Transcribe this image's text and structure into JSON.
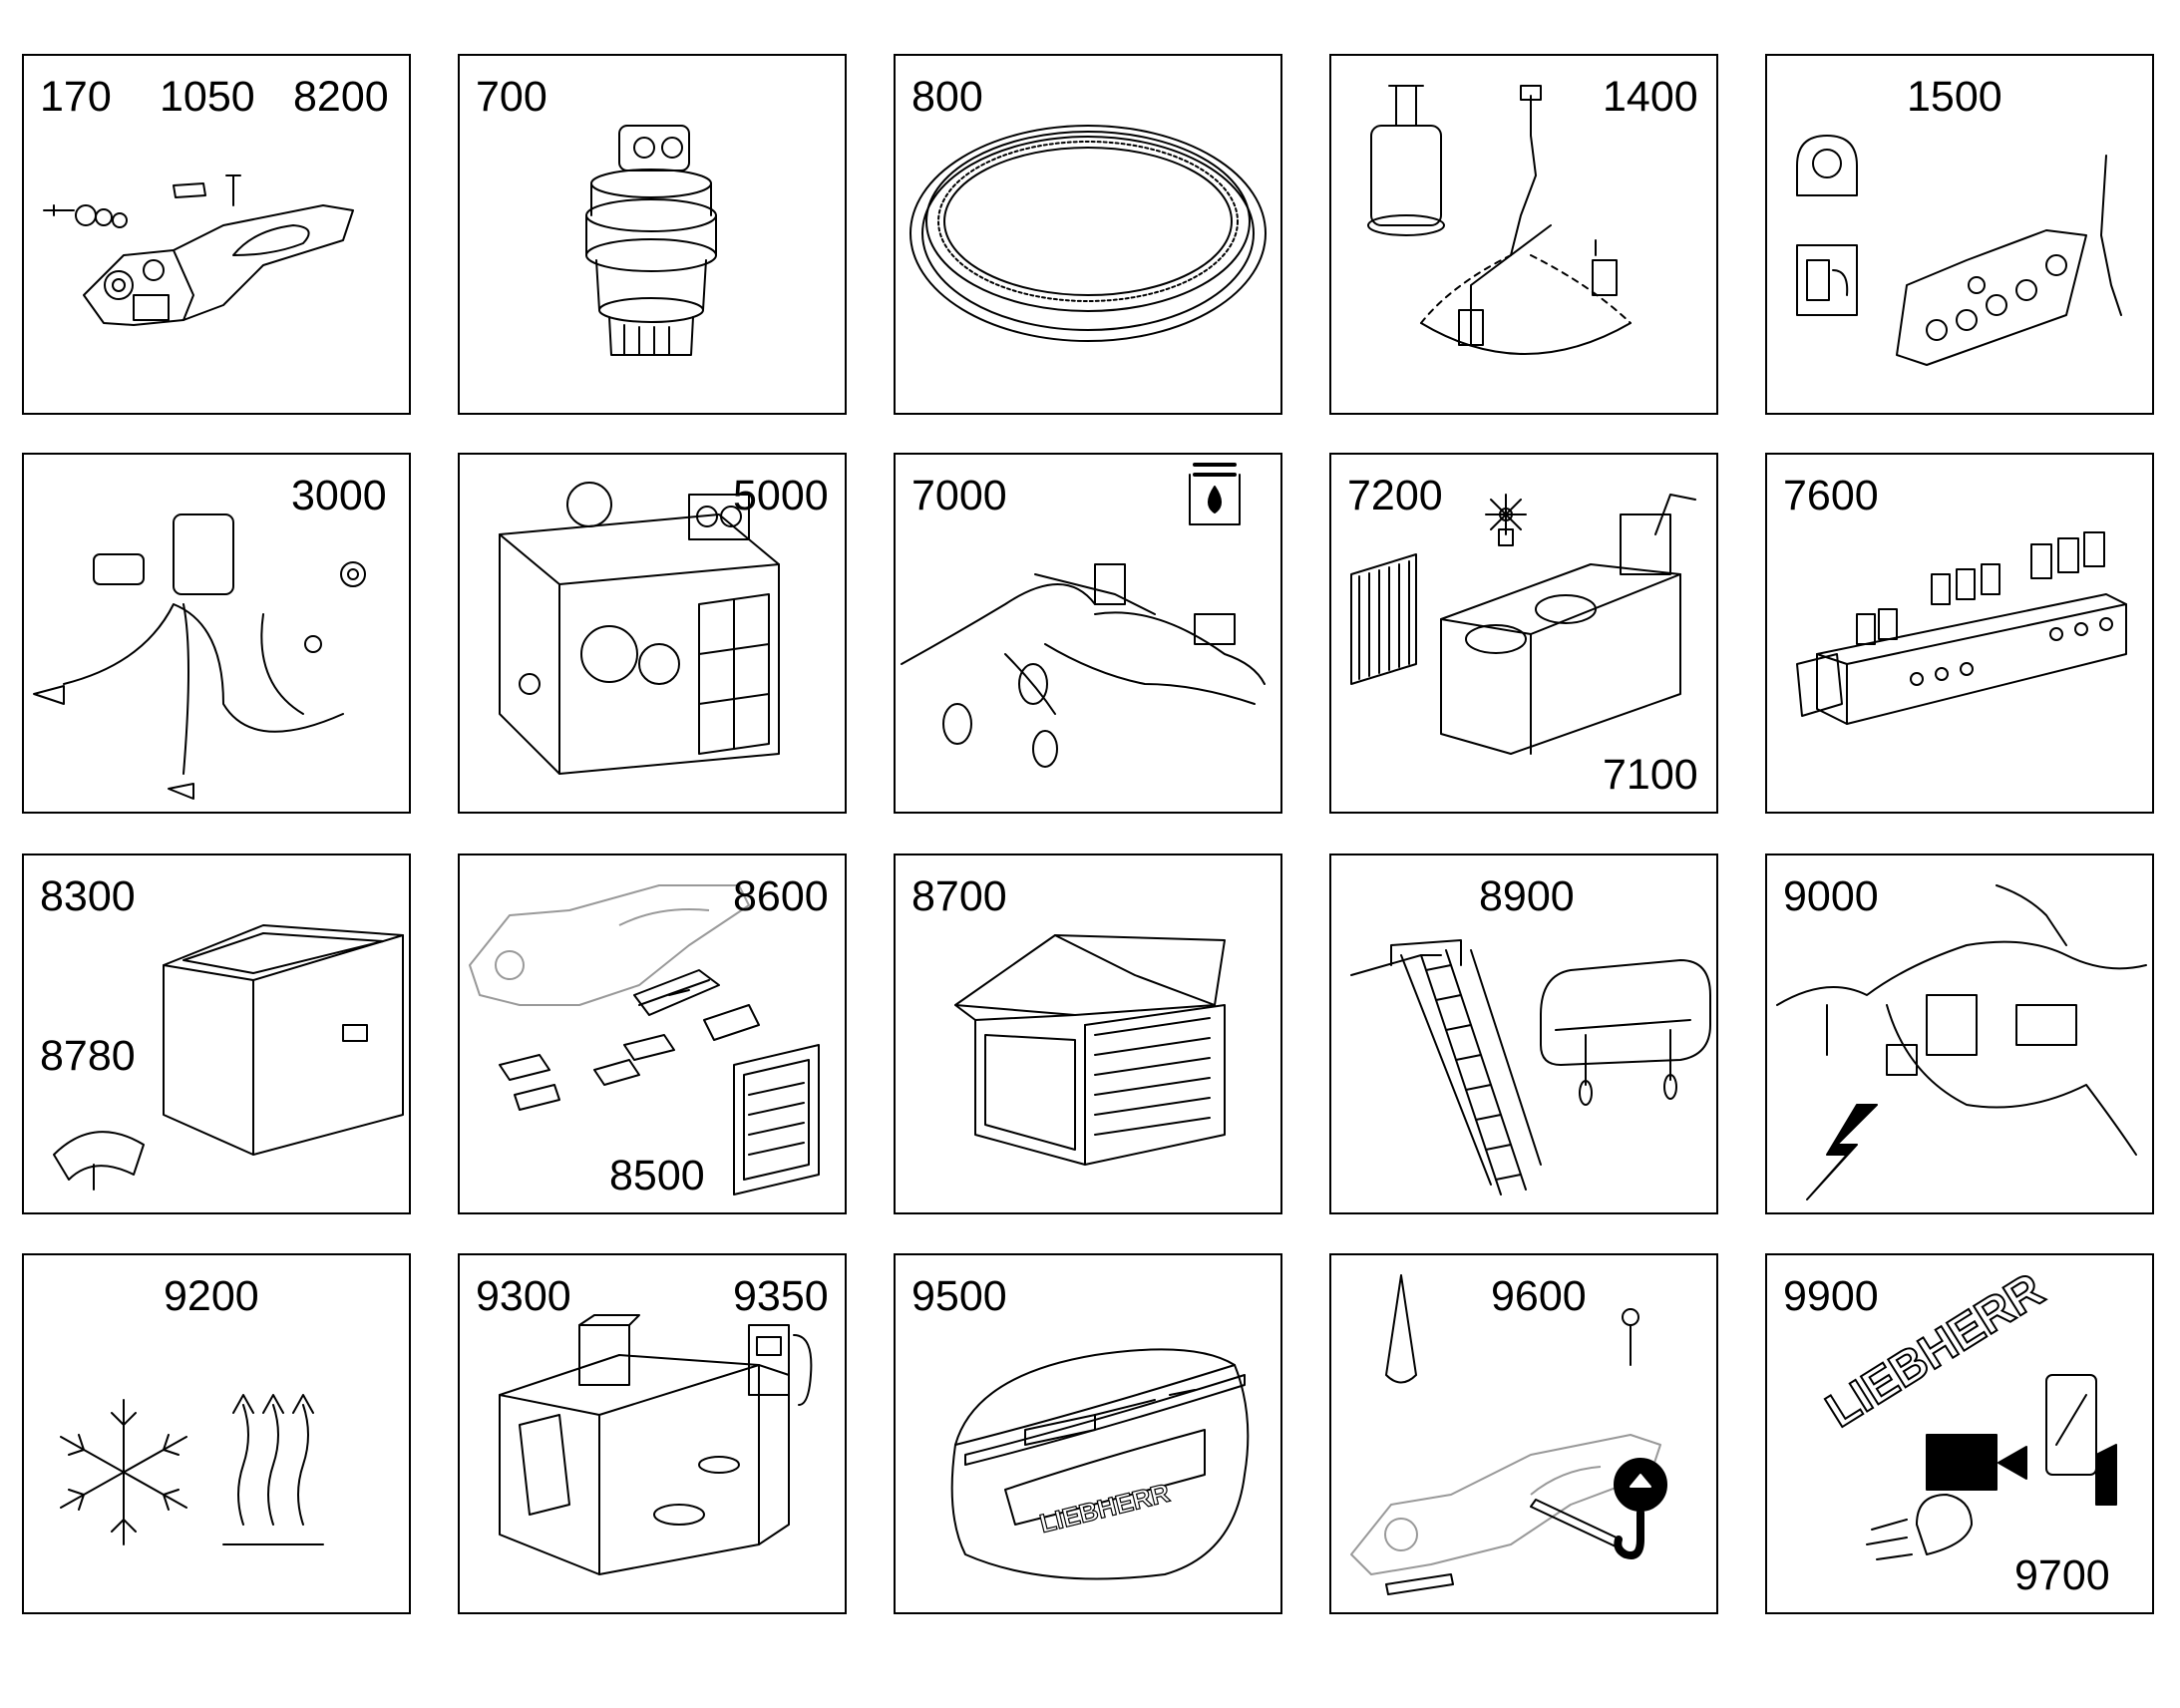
{
  "tiles": [
    {
      "id": "t170",
      "art": "boom",
      "labels": [
        "170",
        "1050",
        "8200"
      ]
    },
    {
      "id": "t700",
      "art": "gearbox",
      "labels": [
        "700"
      ]
    },
    {
      "id": "t800",
      "art": "ring",
      "labels": [
        "800"
      ]
    },
    {
      "id": "t1400",
      "art": "lube",
      "labels": [
        "1400"
      ]
    },
    {
      "id": "t1500",
      "art": "panel",
      "labels": [
        "1500"
      ]
    },
    {
      "id": "t3000",
      "art": "harness",
      "labels": [
        "3000"
      ]
    },
    {
      "id": "t5000",
      "art": "engine",
      "labels": [
        "5000"
      ]
    },
    {
      "id": "t7000",
      "art": "hydraulics",
      "labels": [
        "7000"
      ]
    },
    {
      "id": "t7200",
      "art": "cooling",
      "labels": [
        "7200",
        "7100"
      ]
    },
    {
      "id": "t7600",
      "art": "valveblock",
      "labels": [
        "7600"
      ]
    },
    {
      "id": "t8300",
      "art": "frame",
      "labels": [
        "8300",
        "8780"
      ]
    },
    {
      "id": "t8600",
      "art": "covers",
      "labels": [
        "8600",
        "8500"
      ]
    },
    {
      "id": "t8700",
      "art": "cab",
      "labels": [
        "8700"
      ]
    },
    {
      "id": "t8900",
      "art": "ladder",
      "labels": [
        "8900"
      ]
    },
    {
      "id": "t9000",
      "art": "electrical",
      "labels": [
        "9000"
      ]
    },
    {
      "id": "t9200",
      "art": "climate",
      "labels": [
        "9200"
      ]
    },
    {
      "id": "t9300",
      "art": "tank",
      "labels": [
        "9300",
        "9350"
      ]
    },
    {
      "id": "t9500",
      "art": "counterweight",
      "labels": [
        "9500"
      ],
      "brand": "LIEBHERR"
    },
    {
      "id": "t9600",
      "art": "lifting",
      "labels": [
        "9600"
      ]
    },
    {
      "id": "t9900",
      "art": "decals",
      "labels": [
        "9900",
        "9700"
      ],
      "brand": "LIEBHERR"
    }
  ],
  "icons": {
    "t170": "boom-assembly-icon",
    "t700": "swing-gearbox-icon",
    "t800": "slewing-ring-icon",
    "t1400": "lubrication-system-icon",
    "t1500": "instrument-panel-icon",
    "t3000": "wiring-harness-icon",
    "t5000": "engine-module-icon",
    "t7000": "hydraulic-system-icon",
    "t7200": "cooling-system-icon",
    "t7600": "control-valve-block-icon",
    "t8300": "uppercarriage-frame-icon",
    "t8600": "cover-panels-icon",
    "t8700": "operator-cab-icon",
    "t8900": "access-ladder-icon",
    "t9000": "electrical-system-icon",
    "t9200": "climate-control-icon",
    "t9300": "fuel-tank-icon",
    "t9500": "counterweight-icon",
    "t9600": "lifting-equipment-icon",
    "t9900": "decals-lighting-icon"
  }
}
